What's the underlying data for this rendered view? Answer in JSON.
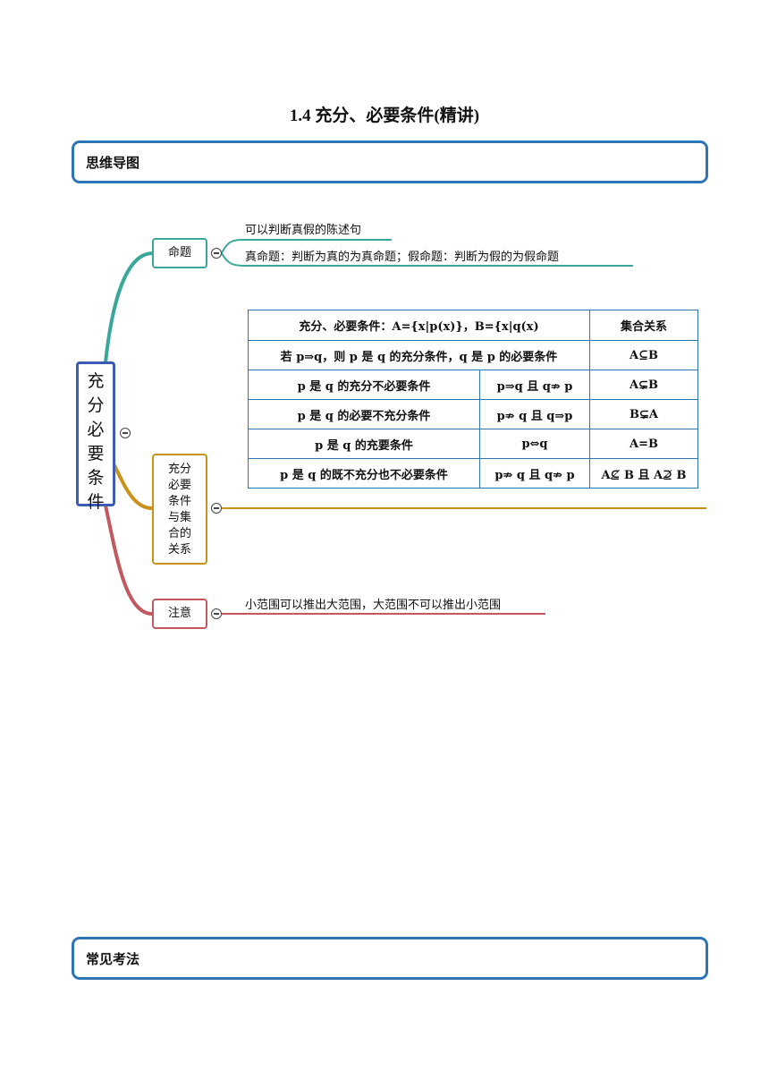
{
  "document": {
    "title": "1.4  充分、必要条件(精讲)"
  },
  "sections": [
    {
      "label": "思维导图"
    },
    {
      "label": "常见考法"
    }
  ],
  "mindmap": {
    "root": "充分必要条件",
    "branches": [
      {
        "label": "命题",
        "color": "#3aa79a",
        "leaves": [
          "可以判断真假的陈述句",
          "真命题：判断为真的为真命题；假命题：判断为假的为假命题"
        ]
      },
      {
        "label": "充分必要条件与集合的关系",
        "color": "#c8921b"
      },
      {
        "label": "注意",
        "color": "#c2595f",
        "leaves": [
          "小范围可以推出大范围，大范围不可以推出小范围"
        ]
      }
    ],
    "root_color": "#3b5bb5"
  },
  "relation_table": {
    "header": [
      "充分、必要条件：A={x|p(x)}，B={x|q(x)",
      "集合关系"
    ],
    "row1": [
      "若 p⇒q，则 p 是 q 的充分条件，q 是 p 的必要条件",
      "A⊆B"
    ],
    "rows": [
      [
        "p 是 q 的充分不必要条件",
        "p⇒q 且 q⇏ p",
        "A⊊B"
      ],
      [
        "p 是 q 的必要不充分条件",
        "p⇏ q 且 q⇒p",
        "B⊊A"
      ],
      [
        "p 是 q 的充要条件",
        "p⇔q",
        "A=B"
      ],
      [
        "p 是 q 的既不充分也不必要条件",
        "p⇏ q 且 q⇏ p",
        "A⊈ B 且 A⊉ B"
      ]
    ],
    "border_color": "#2e75b6"
  }
}
